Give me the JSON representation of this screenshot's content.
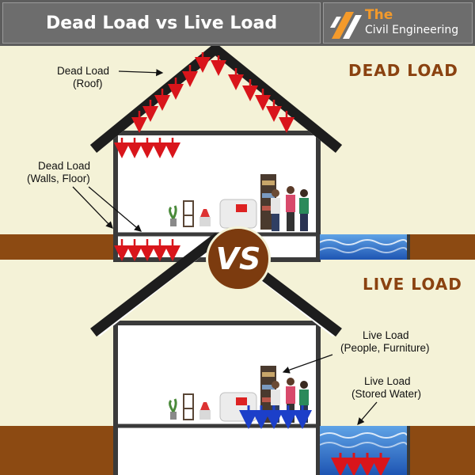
{
  "header": {
    "title": "Dead Load vs Live Load",
    "logo_top": "The",
    "logo_bottom": "Civil Engineering"
  },
  "dead_section": {
    "heading": "DEAD LOAD",
    "roof_label_line1": "Dead Load",
    "roof_label_line2": "(Roof)",
    "walls_label_line1": "Dead Load",
    "walls_label_line2": "(Walls, Floor)"
  },
  "versus": "VS",
  "live_section": {
    "heading": "LIVE LOAD",
    "people_label_line1": "Live Load",
    "people_label_line2": "(People, Furniture)",
    "water_label_line1": "Live Load",
    "water_label_line2": "(Stored Water)"
  },
  "colors": {
    "background": "#f4f2d7",
    "header": "#5d5d5d",
    "ground": "#8c4a12",
    "house_outline": "#3a3a3a",
    "dead_arrow": "#d9151b",
    "live_arrow": "#1c3fc9",
    "heading": "#8a4210",
    "water": "#2f74c9",
    "vs_badge": "#7c3b0f"
  }
}
